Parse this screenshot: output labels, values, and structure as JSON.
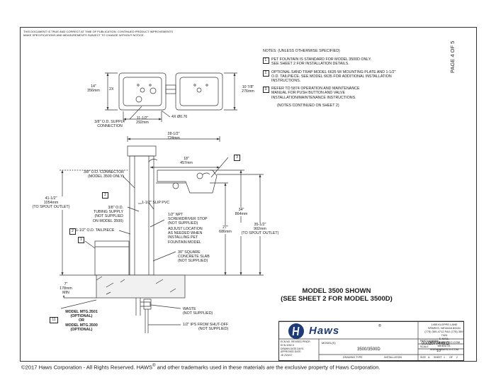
{
  "disclaimer": [
    "THIS DOCUMENT IS TRUE AND CORRECT AT TIME OF PUBLICATION. CONTINUED PRODUCT IMPROVEMENTS",
    "MAKE SPECIFICATIONS AND MEASUREMENTS SUBJECT TO CHANGE WITHOUT NOTICE."
  ],
  "notes": {
    "title": "NOTES: (UNLESS OTHERWISE SPECIFIED)",
    "items": [
      {
        "num": "1.",
        "lines": [
          "PET FOUNTAIN IS STANDARD FOR MODEL 3500D ONLY.",
          "SEE SHEET 2 FOR INSTALLATION DETAILS."
        ]
      },
      {
        "num": "2.",
        "lines": [
          "OPTIONAL SAND TRAP MODEL 6635 W/ MOUNTING PLATE AND 1-1/2\"",
          "O.D. TAILPIECE. SEE MODEL 6635 FOR ADDITIONAL INSTALLATION",
          "INSTRUCTIONS."
        ]
      },
      {
        "num": "3.",
        "lines": [
          "REFER TO 5874 OPERATION AND MAINTENANCE",
          "MANUAL FOR PUSH BUTTON AND VALVE",
          "INSTALLATION/MAINTENANCE INSTRUCTIONS."
        ]
      }
    ],
    "continued": "(NOTES CONTINUED ON SHEET 2)"
  },
  "page_label": "PAGE 4 OF 5",
  "top_view": {
    "dim_left": [
      "14\"",
      "356mm"
    ],
    "count_2x": "2X",
    "dim_right": [
      "10 7/8\"",
      "276mm"
    ],
    "dim_bottom": [
      "11-1/2\"",
      "292mm"
    ],
    "holes": "4X Ø0.76",
    "supply": [
      "3/8\" O.D. SUPPLY",
      "CONNECTION"
    ]
  },
  "front_view": {
    "width_total": [
      "28-1/2\"",
      "724mm"
    ],
    "width_18": [
      "18\"",
      "457mm"
    ],
    "connector": [
      "3/8\" O.D. CONNECTOR",
      "(MODEL 3500 ONLY)"
    ],
    "slip_pvc": "1-1/2\" SLIP PVC",
    "tubing": [
      "3/8\" O.D.",
      "TUBING SUPPLY",
      "(NOT SUPPLIED",
      "ON MODEL 3500)"
    ],
    "npt": [
      "1/2\" NPT",
      "SCREWDRIVER STOP",
      "(NOT SUPPLIED)"
    ],
    "adjust": [
      "ADJUST LOCATION",
      "AS NEEDED WHEN",
      "INSTALLING PET",
      "FOUNTAIN MODEL"
    ],
    "tailpiece": "1-1/2\" O.D. TAILPIECE",
    "slab": [
      "30\" SQUARE",
      "CONCRETE SLAB",
      "(NOT SUPPLIED)"
    ],
    "h_spout_left": [
      "41-1/2\"",
      "1054mm",
      "(TO SPOUT OUTLET)"
    ],
    "h_34": [
      "34\"",
      "864mm"
    ],
    "h_27": [
      "27\"",
      "686mm"
    ],
    "h_spout_right": [
      "35-1/2\"",
      "902mm",
      "(TO SPOUT OUTLET)"
    ],
    "min_depth": [
      "7\"",
      "178mm",
      "MIN"
    ],
    "mtg": [
      "MODEL MTG.3501",
      "(OPTIONAL)",
      "OR",
      "MODEL MTG.3500",
      "(OPTIONAL)"
    ],
    "waste": [
      "WASTE",
      "(NOT SUPPLIED)"
    ],
    "ips": "1/2\" IPS FROM SHUT-OFF",
    "ips2": "(NOT SUPPLIED)",
    "tags": [
      "1",
      "2",
      "2",
      "3",
      "11"
    ]
  },
  "model_heading": [
    "MODEL 3500 SHOWN",
    "(SEE SHEET 2 FOR MODEL 3500D)"
  ],
  "title_block": {
    "brand": "Haws",
    "registered": "®",
    "address": [
      "1455 KLEPPE LANE",
      "SPARKS, NEVADA  89431",
      "(775) 359-4712   FAX (775) 359-7424",
      "E-MAIL: HAWS@HAWSCO.COM",
      "WEBSITE: WWW.HAWSCO.COM"
    ],
    "model_label": "MODEL(S)",
    "model_value": "3500/3500D",
    "part_label": "PART NUMBER",
    "part_value": "0002077448.D",
    "scale_label": "SCALE",
    "scale_value": "10",
    "size_label": "SIZE",
    "size_value": "A",
    "sheet_label": "SHEET",
    "sheet_value": "1",
    "of_label": "OF",
    "of_value": "2",
    "drawing_type_label": "DRAWING TYPE",
    "drawing_type_value": "INSTALLATION",
    "small_rows": [
      "ECN NO.  REVISED  PRIOR",
      "ECN 3250       D",
      "DRAWN   DATE   DAYS",
      "APPROVED  DATE",
      "JD     2/20/17"
    ]
  },
  "copyright": {
    "pre": "©2017 Haws Corporation - All Rights Reserved.  HAWS",
    "mark": "®",
    "post": "and other trademarks used in these materials are the exclusive property of Haws Corporation."
  }
}
